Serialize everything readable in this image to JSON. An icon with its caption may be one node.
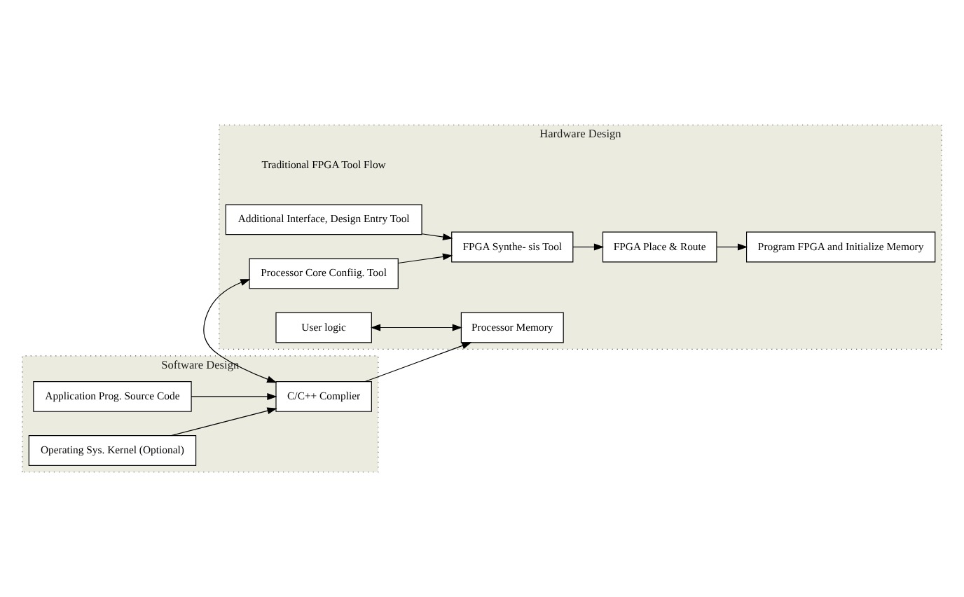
{
  "diagram": {
    "nodes": [
      {
        "text": [
          "Hardware Design"
        ]
      },
      {
        "text": [
          "Additional Interface, Design Entry Tool"
        ],
        "in": 0
      },
      {
        "text": [
          "FPGA Synthe- sis Tool"
        ],
        "in": 0
      },
      {
        "text": [
          "FPGA Place & Route"
        ],
        "in": 0
      },
      {
        "text": [
          "Program FPGA and Initialize Memory"
        ],
        "in": 0
      },
      {
        "text": [
          "User logic"
        ],
        "in": 0
      },
      {
        "text": [
          "Processor Memory"
        ],
        "in": 0
      },
      {
        "text": [
          "Processor Core Confiig. Tool"
        ],
        "in": 0
      },
      {
        "text": [
          "Software Design"
        ]
      },
      {
        "text": [
          "Application Prog. Source Code"
        ],
        "in": 8
      },
      {
        "text": [
          "C/C++ Complier"
        ],
        "in": 8
      },
      {
        "text": [
          "Operating Sys. Kernel (Optional)"
        ],
        "in": 8
      }
    ],
    "edges": [
      {
        "from": 1,
        "to": 2,
        "arrow": "to"
      },
      {
        "from": 2,
        "to": 3,
        "arrow": "to"
      },
      {
        "from": 3,
        "to": 4,
        "arrow": "to"
      },
      {
        "from": 7,
        "to": 2,
        "arrow": "to"
      },
      {
        "from": 5,
        "to": 6,
        "arrow": "both"
      },
      {
        "from": 7,
        "to": 10,
        "arrow": "both"
      },
      {
        "from": 10,
        "to": 6,
        "arrow": "to"
      },
      {
        "from": 9,
        "to": 10,
        "arrow": "to"
      },
      {
        "from": 11,
        "to": 10,
        "arrow": "to"
      }
    ],
    "labels": [
      "Traditional FPGA Tool Flow"
    ]
  }
}
